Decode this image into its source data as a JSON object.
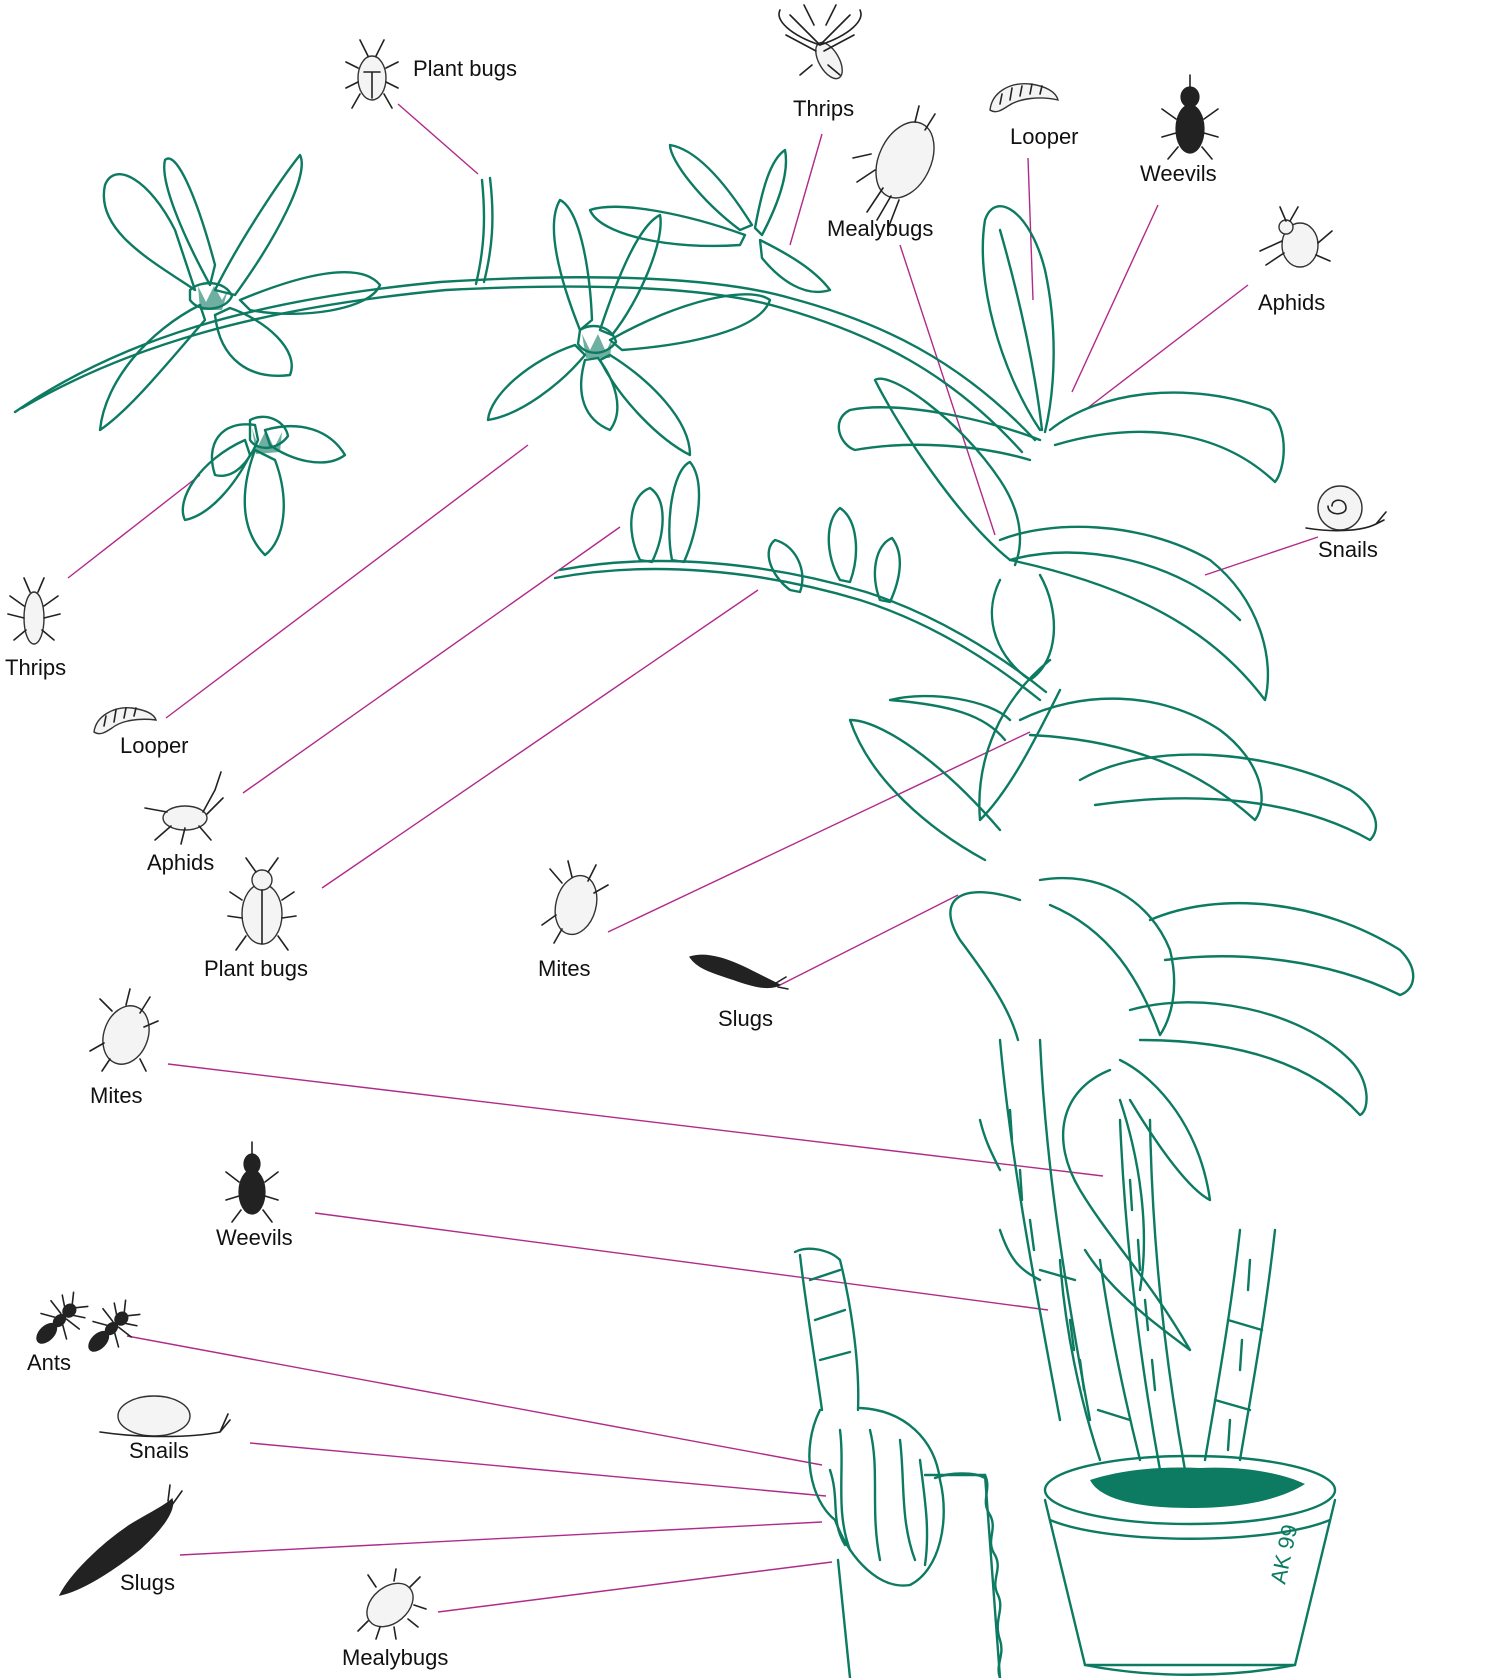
{
  "colors": {
    "plant": "#0d7a62",
    "leader": "#b12a8a",
    "ink": "#222222"
  },
  "signature": "AK 99",
  "labels": {
    "plant_bugs_top": "Plant bugs",
    "thrips_top": "Thrips",
    "looper_top": "Looper",
    "weevils_top": "Weevils",
    "mealybugs_top": "Mealybugs",
    "aphids_right": "Aphids",
    "snails_right": "Snails",
    "thrips_left": "Thrips",
    "looper_left": "Looper",
    "aphids_left": "Aphids",
    "plant_bugs_left": "Plant bugs",
    "mites_mid": "Mites",
    "slugs_mid": "Slugs",
    "mites_left": "Mites",
    "weevils_left": "Weevils",
    "ants": "Ants",
    "snails_left": "Snails",
    "slugs_left": "Slugs",
    "mealybugs_bottom": "Mealybugs"
  }
}
